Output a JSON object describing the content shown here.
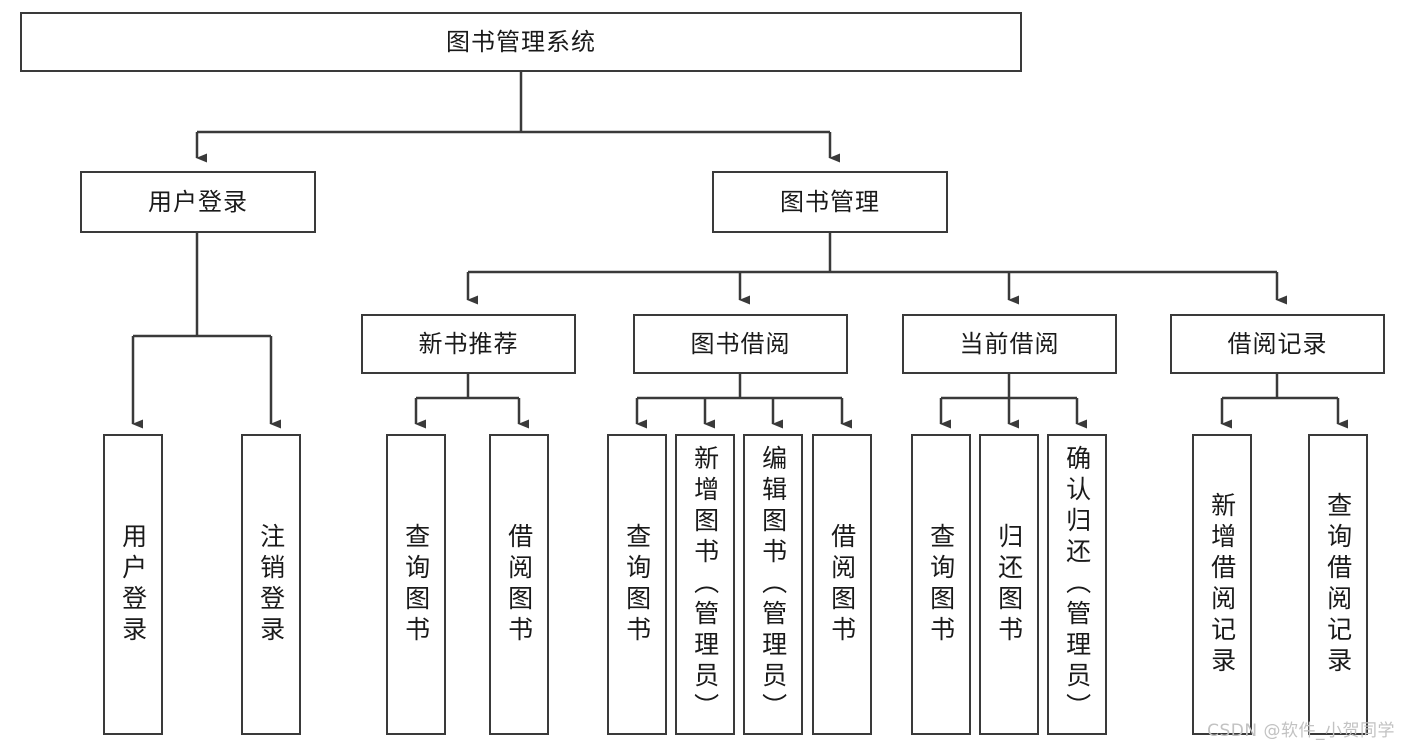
{
  "diagram": {
    "title_box": {
      "label": "图书管理系统"
    },
    "level2": [
      {
        "id": "user-login",
        "label": "用户登录"
      },
      {
        "id": "book-management",
        "label": "图书管理"
      }
    ],
    "level3": [
      {
        "id": "new-book-recommend",
        "label": "新书推荐"
      },
      {
        "id": "book-borrow",
        "label": "图书借阅"
      },
      {
        "id": "current-borrow",
        "label": "当前借阅"
      },
      {
        "id": "borrow-record",
        "label": "借阅记录"
      }
    ],
    "leaves": {
      "user_login": [
        {
          "id": "leaf-user-login",
          "label": "用户登录"
        },
        {
          "id": "leaf-logout-login",
          "label": "注销登录"
        }
      ],
      "new_book_recommend": [
        {
          "id": "leaf-query-book-1",
          "label": "查询图书"
        },
        {
          "id": "leaf-borrow-book-1",
          "label": "借阅图书"
        }
      ],
      "book_borrow": [
        {
          "id": "leaf-query-book-2",
          "label": "查询图书"
        },
        {
          "id": "leaf-add-book",
          "label": "新增图书（管理员）"
        },
        {
          "id": "leaf-edit-book",
          "label": "编辑图书（管理员）"
        },
        {
          "id": "leaf-borrow-book-2",
          "label": "借阅图书"
        }
      ],
      "current_borrow": [
        {
          "id": "leaf-query-book-3",
          "label": "查询图书"
        },
        {
          "id": "leaf-return-book",
          "label": "归还图书"
        },
        {
          "id": "leaf-confirm-return",
          "label": "确认归还（管理员）"
        }
      ],
      "borrow_record": [
        {
          "id": "leaf-add-borrow-record",
          "label": "新增借阅记录"
        },
        {
          "id": "leaf-query-borrow-record",
          "label": "查询借阅记录"
        }
      ]
    },
    "watermark": "CSDN @软件_小贺同学",
    "colors": {
      "stroke": "#3a3a3a",
      "fill": "#ffffff",
      "text": "#1a1a1a",
      "watermark": "#c2c2c2"
    }
  }
}
